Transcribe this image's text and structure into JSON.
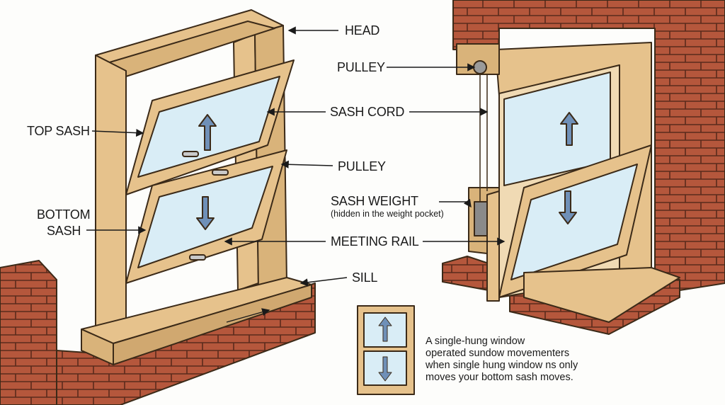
{
  "labels": {
    "head": "HEAD",
    "pulley_top": "PULLEY",
    "sash_cord": "SASH CORD",
    "top_sash": "TOP SASH",
    "pulley": "PULLEY",
    "sash_weight": "SASH WEIGHT",
    "sash_weight_note": "(hidden in the weight pocket)",
    "bottom_sash_line1": "BOTTOM",
    "bottom_sash_line2": "SASH",
    "meeting_rail": "MEETING RAIL",
    "sill": "SILL"
  },
  "caption": [
    "A single-hung window",
    "operated sundow movementers",
    "when single hung window ns only",
    "moves your bottom sash moves."
  ],
  "colors": {
    "wood": "#e6c28c",
    "outline": "#3b2a18",
    "brick": "#b5573c",
    "glass": "#d9edf6",
    "arrow": "#6f90b8"
  }
}
